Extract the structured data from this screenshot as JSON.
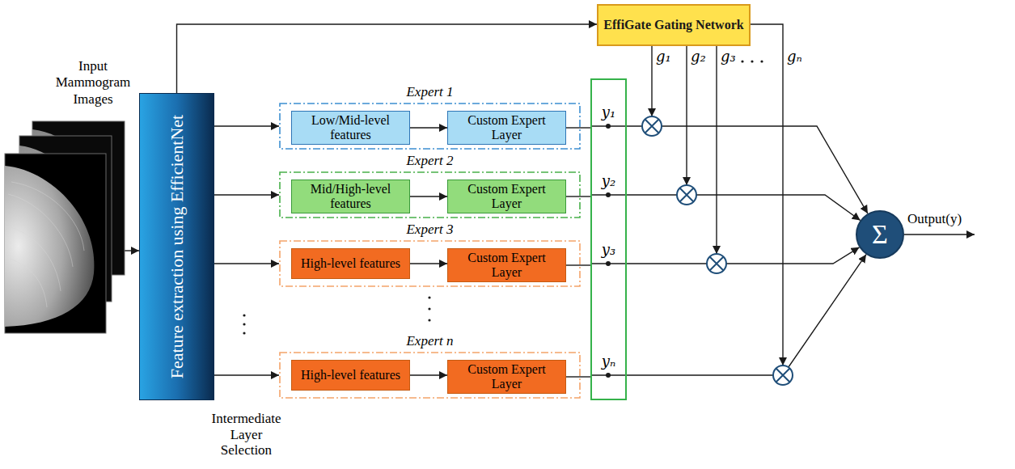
{
  "diagram": {
    "nodes": [
      {
        "text": [
          "Input Mammogram Images"
        ]
      },
      {
        "text": [
          "Feature extraction using EfficientNet"
        ]
      },
      {
        "text": [
          "EffiGate Gating Network"
        ]
      },
      {
        "text": [
          "Expert 1"
        ]
      },
      {
        "text": [
          "Low/Mid-level features"
        ],
        "in": 3
      },
      {
        "text": [
          "Custom Expert Layer"
        ],
        "in": 3
      },
      {
        "text": [
          "Expert 2"
        ]
      },
      {
        "text": [
          "Mid/High-level features"
        ],
        "in": 6
      },
      {
        "text": [
          "Custom Expert Layer"
        ],
        "in": 6
      },
      {
        "text": [
          "Expert 3"
        ]
      },
      {
        "text": [
          "High-level features"
        ],
        "in": 9
      },
      {
        "text": [
          "Custom Expert Layer"
        ],
        "in": 9
      },
      {
        "text": [
          "Expert n"
        ]
      },
      {
        "text": [
          "High-level features"
        ],
        "in": 12
      },
      {
        "text": [
          "Custom Expert Layer"
        ],
        "in": 12
      },
      {
        "text": [
          "y₁",
          "y₂",
          "y₃",
          "yₙ"
        ]
      },
      {
        "text": [
          "Σ"
        ]
      }
    ],
    "edges": [
      {
        "from": 0,
        "to": 1,
        "arrow": "to"
      },
      {
        "from": 1,
        "to": 2,
        "arrow": "to"
      },
      {
        "from": 1,
        "to": 3,
        "arrow": "to"
      },
      {
        "from": 1,
        "to": 6,
        "arrow": "to"
      },
      {
        "from": 1,
        "to": 9,
        "arrow": "to"
      },
      {
        "from": 1,
        "to": 12,
        "arrow": "to"
      },
      {
        "from": 4,
        "to": 5,
        "arrow": "to"
      },
      {
        "from": 7,
        "to": 8,
        "arrow": "to"
      },
      {
        "from": 10,
        "to": 11,
        "arrow": "to"
      },
      {
        "from": 13,
        "to": 14,
        "arrow": "to"
      },
      {
        "from": 5,
        "to": 15,
        "arrow": "none"
      },
      {
        "from": 8,
        "to": 15,
        "arrow": "none"
      },
      {
        "from": 11,
        "to": 15,
        "arrow": "none"
      },
      {
        "from": 14,
        "to": 15,
        "arrow": "none"
      },
      {
        "from": 15,
        "to": 16,
        "arrow": "to"
      },
      {
        "from": 15,
        "to": 16,
        "arrow": "to"
      },
      {
        "from": 15,
        "to": 16,
        "arrow": "to"
      },
      {
        "from": 15,
        "to": 16,
        "arrow": "to"
      }
    ],
    "labels": [
      "Intermediate Layer Selection",
      "g₁",
      "g₂",
      "g₃",
      "gₙ",
      "Output(y)"
    ]
  }
}
